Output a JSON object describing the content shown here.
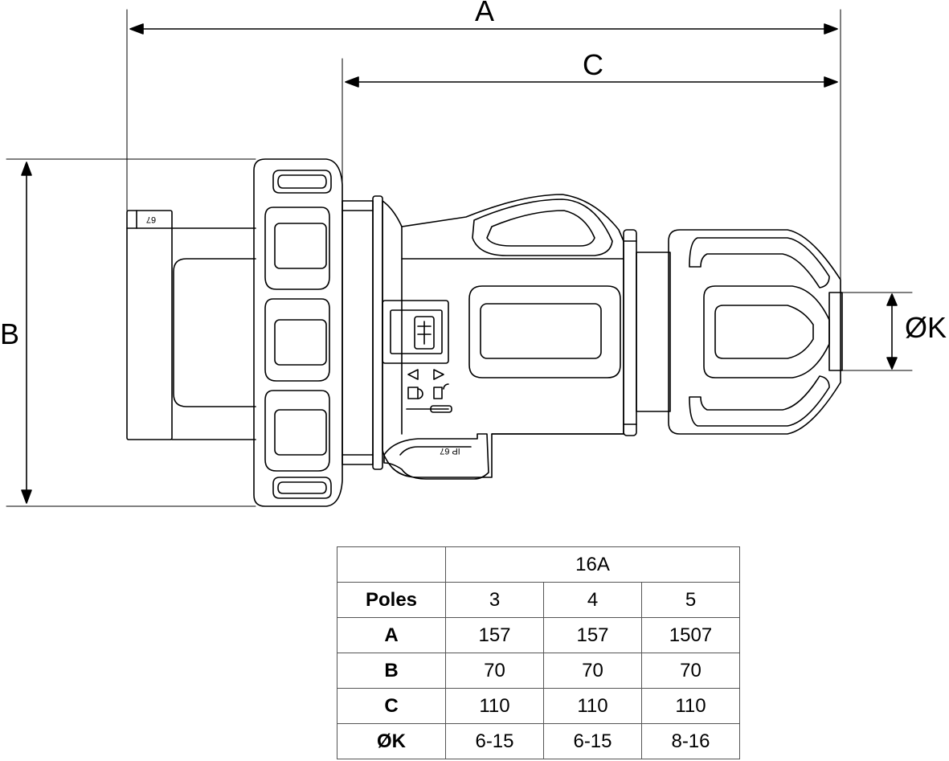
{
  "dimensions": {
    "A": "A",
    "C": "C",
    "B": "B",
    "K": "ØK"
  },
  "markings": {
    "ip_rating": "IP 67",
    "rating_small": "67"
  },
  "table": {
    "current": "16A",
    "rows": [
      {
        "label": "Poles",
        "values": [
          "3",
          "4",
          "5"
        ]
      },
      {
        "label": "A",
        "values": [
          "157",
          "157",
          "1507"
        ]
      },
      {
        "label": "B",
        "values": [
          "70",
          "70",
          "70"
        ]
      },
      {
        "label": "C",
        "values": [
          "110",
          "110",
          "110"
        ]
      },
      {
        "label": "ØK",
        "values": [
          "6-15",
          "6-15",
          "8-16"
        ]
      }
    ]
  }
}
